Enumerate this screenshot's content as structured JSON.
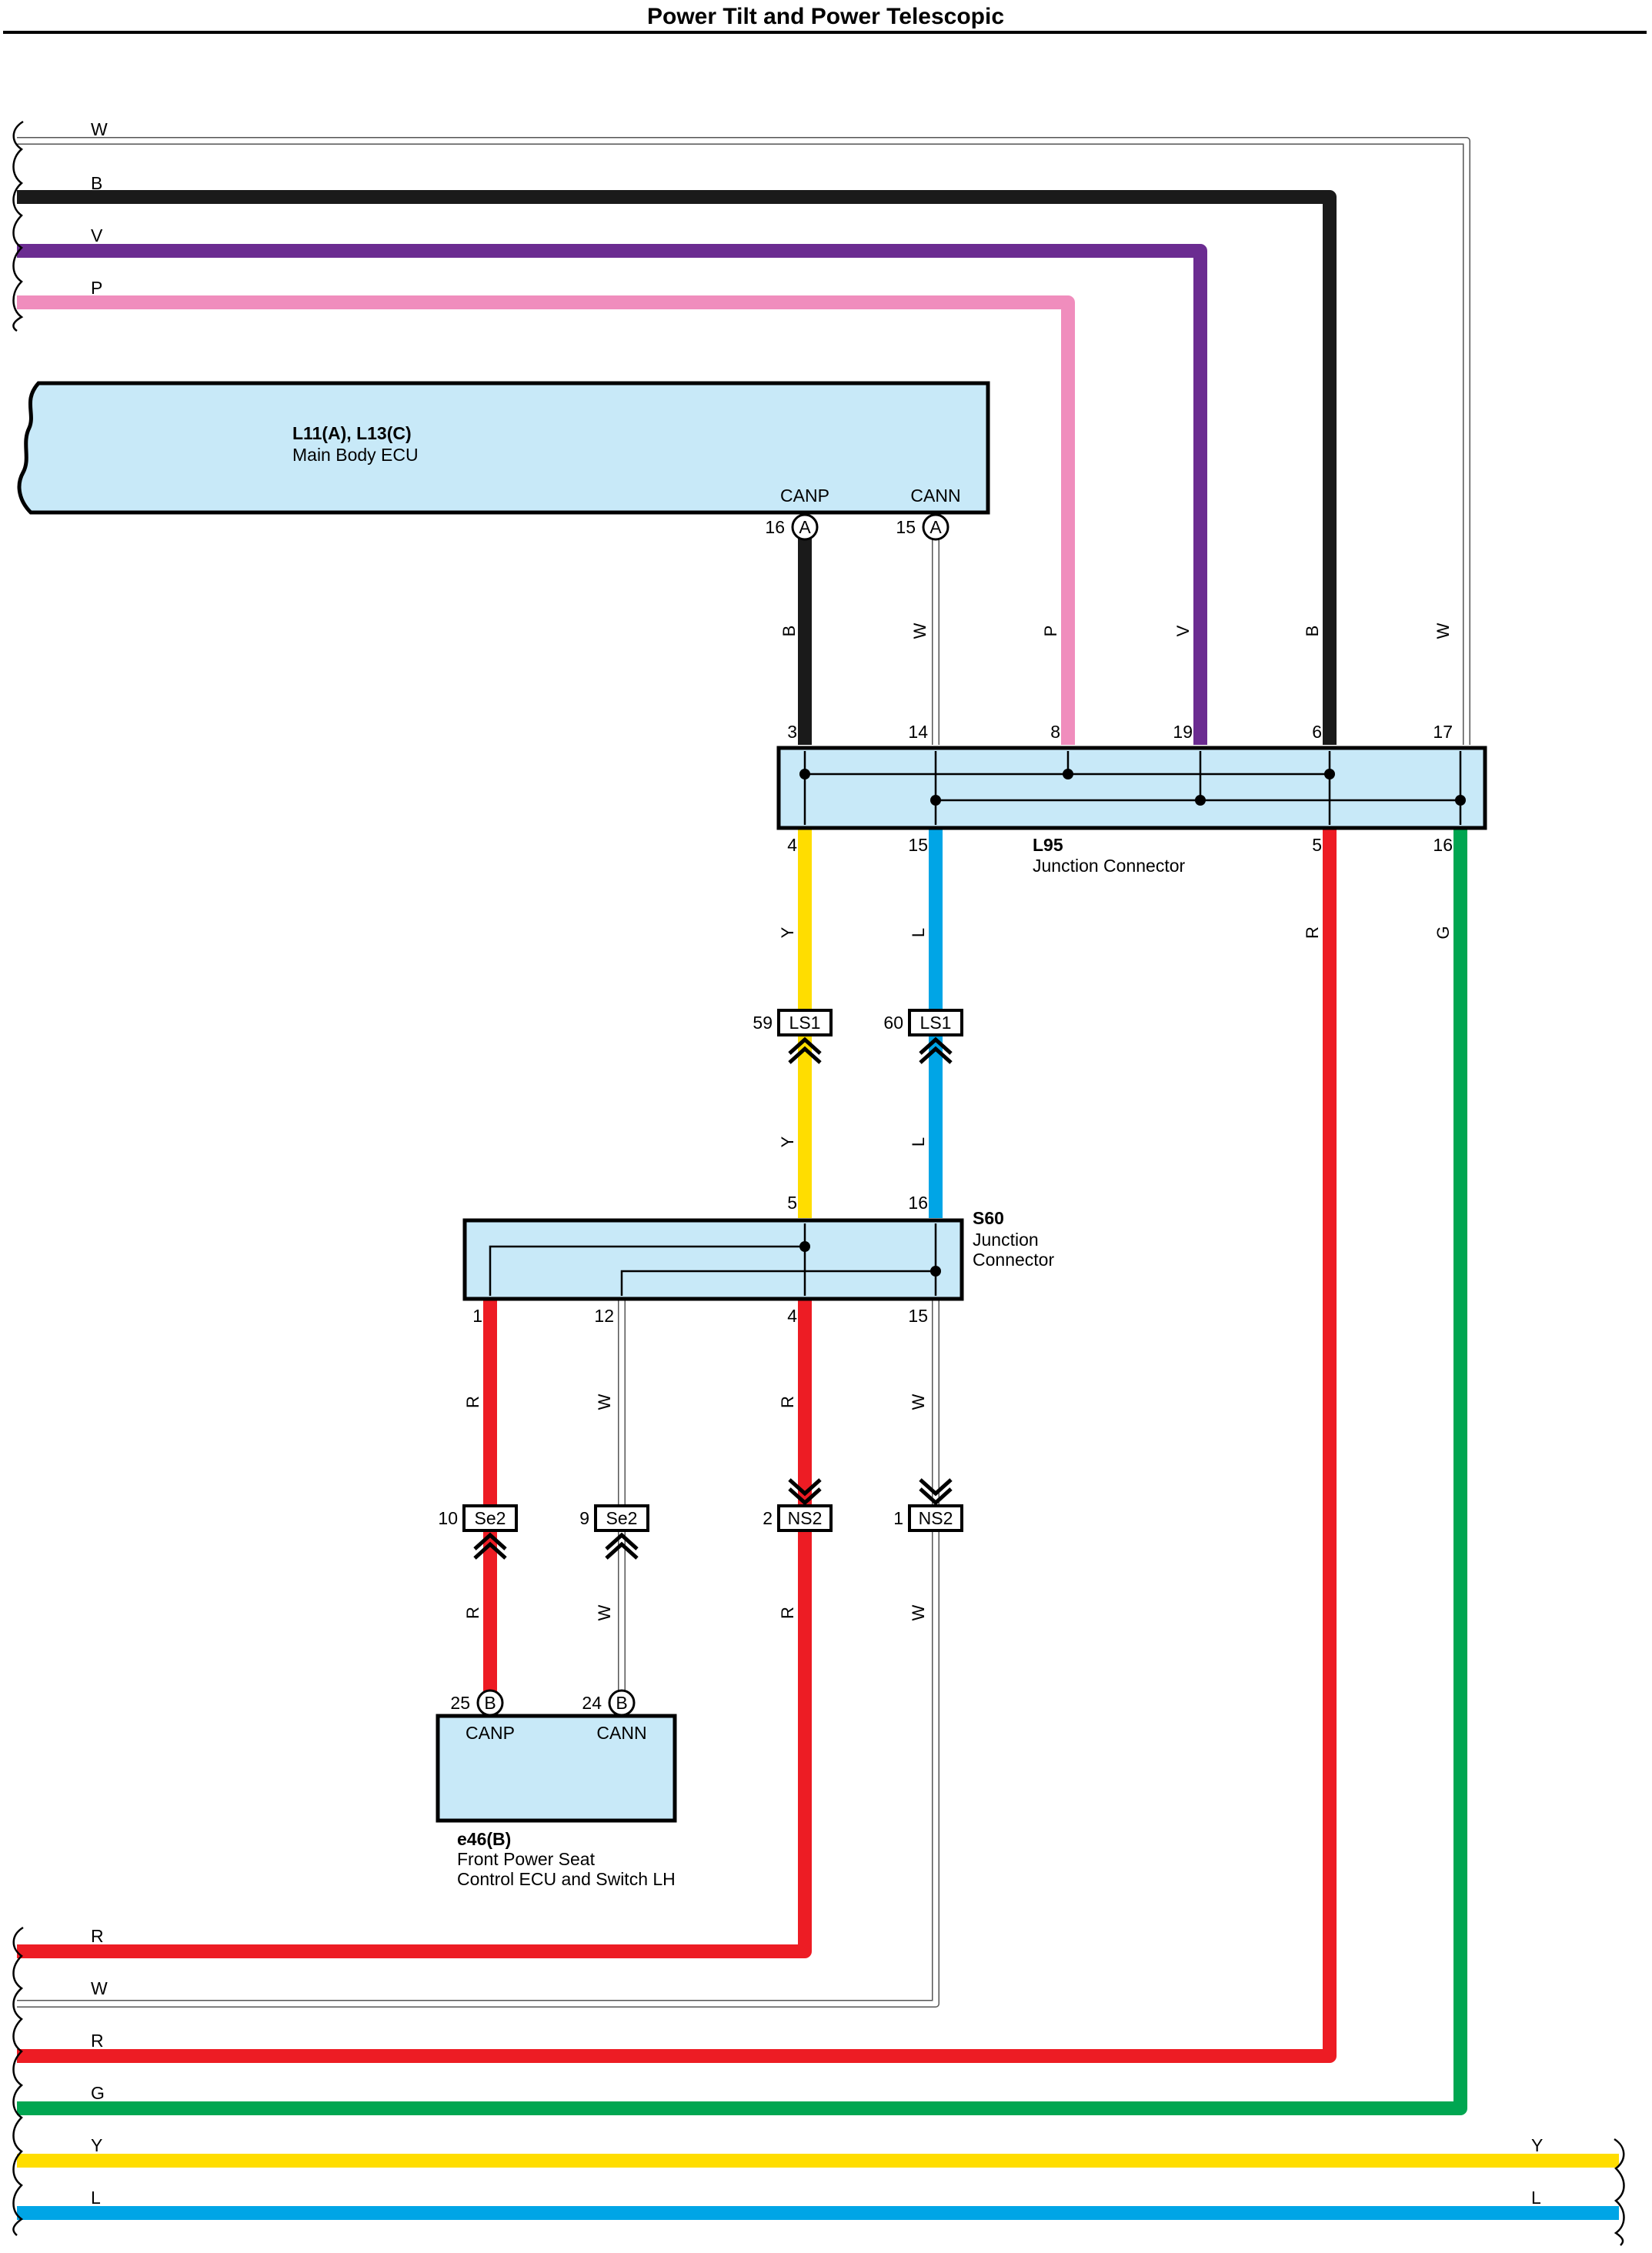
{
  "title": "Power Tilt and Power Telescopic",
  "colors": {
    "W": "#ffffff",
    "B": "#1a1a1a",
    "V": "#6b2c91",
    "P": "#f08dbd",
    "Y": "#ffdd00",
    "L": "#00a5e6",
    "R": "#ed1c24",
    "G": "#00a651",
    "component_fill": "#c8e9f8"
  },
  "components": {
    "main_body_ecu": {
      "id": "L11(A), L13(C)",
      "name": "Main Body ECU",
      "pins": [
        {
          "label": "CANP",
          "number": "16",
          "connector": "A"
        },
        {
          "label": "CANN",
          "number": "15",
          "connector": "A"
        }
      ]
    },
    "l95": {
      "id": "L95",
      "name": "Junction Connector",
      "top_pins": [
        "3",
        "14",
        "8",
        "19",
        "6",
        "17"
      ],
      "bottom_pins": [
        "4",
        "15",
        "5",
        "16"
      ]
    },
    "s60": {
      "id": "S60",
      "name_line1": "Junction",
      "name_line2": "Connector",
      "top_pins": [
        "5",
        "16"
      ],
      "bottom_pins": [
        "1",
        "12",
        "4",
        "15"
      ]
    },
    "e46": {
      "id": "e46(B)",
      "name_line1": "Front Power Seat",
      "name_line2": "Control ECU and Switch LH",
      "pins": [
        {
          "label": "CANP",
          "number": "25",
          "connector": "B"
        },
        {
          "label": "CANN",
          "number": "24",
          "connector": "B"
        }
      ]
    }
  },
  "inline_connectors": [
    {
      "name": "LS1",
      "pin": "59"
    },
    {
      "name": "LS1",
      "pin": "60"
    },
    {
      "name": "Se2",
      "pin": "10"
    },
    {
      "name": "Se2",
      "pin": "9"
    },
    {
      "name": "NS2",
      "pin": "2"
    },
    {
      "name": "NS2",
      "pin": "1"
    }
  ],
  "offpage_left_top": [
    "W",
    "B",
    "V",
    "P"
  ],
  "offpage_left_bottom": [
    "R",
    "W",
    "R",
    "G",
    "Y",
    "L"
  ],
  "offpage_right_bottom": [
    "Y",
    "L"
  ],
  "vertical_wire_labels": {
    "ecu_to_l95": [
      "B",
      "W",
      "P",
      "V",
      "B",
      "W"
    ],
    "l95_to_ls1": [
      "Y",
      "L",
      "R",
      "G"
    ],
    "ls1_to_s60": [
      "Y",
      "L"
    ],
    "s60_to_lower": [
      "R",
      "W",
      "R",
      "W"
    ],
    "lower_to_e46": [
      "R",
      "W",
      "R",
      "W"
    ]
  }
}
